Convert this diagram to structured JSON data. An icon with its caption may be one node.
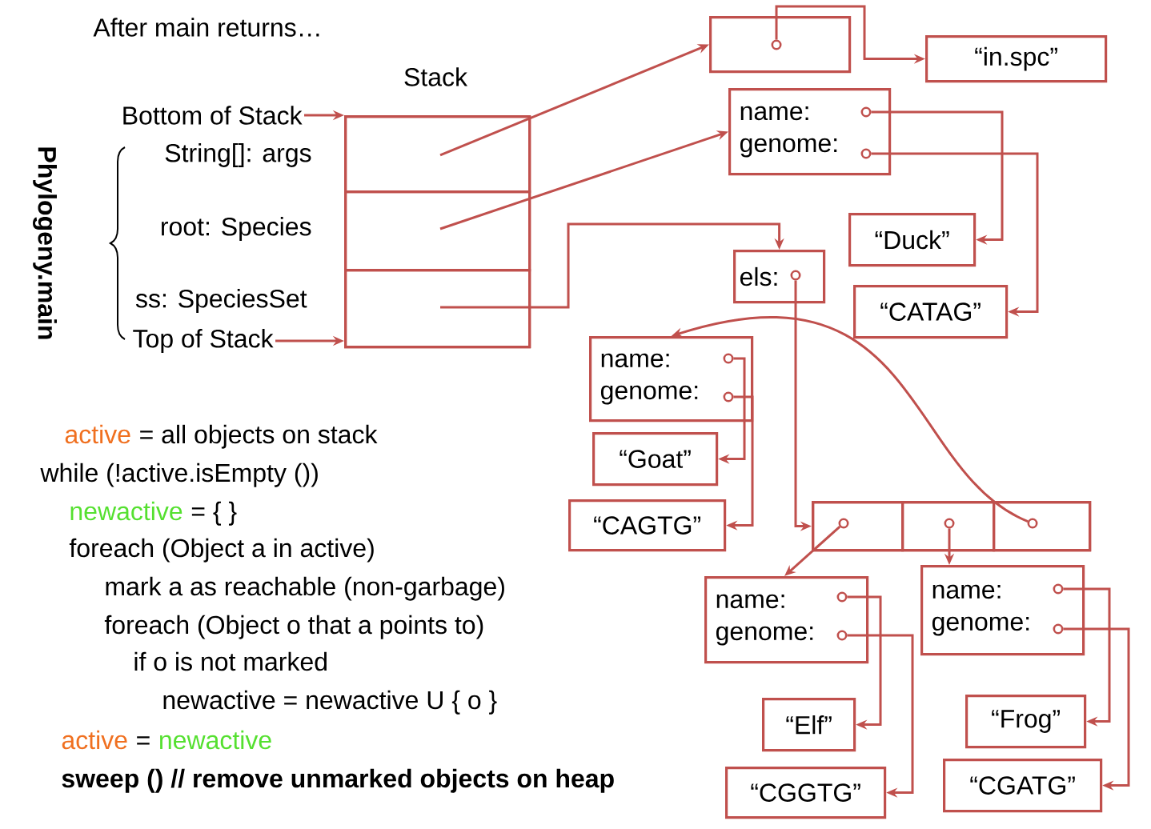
{
  "diagram": {
    "nodes": [
      {
        "text": [
          "Bottom of Stack"
        ]
      },
      {
        "text": [
          "Top of Stack"
        ]
      },
      {
        "text": [
          "Stack"
        ]
      },
      {
        "text": [],
        "shape": "box",
        "in": 2
      },
      {
        "text": [],
        "shape": "box",
        "in": 2
      },
      {
        "text": [],
        "shape": "box",
        "in": 2
      },
      {
        "text": [],
        "shape": "box"
      },
      {
        "text": [
          "“in.spc”"
        ]
      },
      {
        "text": [
          "name:",
          "genome:"
        ]
      },
      {
        "text": [
          "“Duck”"
        ]
      },
      {
        "text": [
          "“CATAG”"
        ]
      },
      {
        "text": [
          "els:"
        ]
      },
      {
        "text": [
          "name:",
          "genome:"
        ]
      },
      {
        "text": [
          "“Goat”"
        ]
      },
      {
        "text": [
          "“CAGTG”"
        ]
      },
      {
        "text": [],
        "shape": "box"
      },
      {
        "text": [],
        "shape": "box",
        "in": 15
      },
      {
        "text": [],
        "shape": "box",
        "in": 15
      },
      {
        "text": [],
        "shape": "box",
        "in": 15
      },
      {
        "text": [
          "name:",
          "genome:"
        ]
      },
      {
        "text": [
          "name:",
          "genome:"
        ]
      },
      {
        "text": [
          "“Elf”"
        ]
      },
      {
        "text": [
          "“CGGTG”"
        ]
      },
      {
        "text": [
          "“Frog”"
        ]
      },
      {
        "text": [
          "“CGATG”"
        ]
      }
    ],
    "edges": [
      {
        "from": 0,
        "to": 2,
        "arrow": "to"
      },
      {
        "from": 1,
        "to": 2,
        "arrow": "to"
      },
      {
        "from": 3,
        "to": 6,
        "arrow": "to"
      },
      {
        "from": 4,
        "to": 8,
        "arrow": "to"
      },
      {
        "from": 5,
        "to": 11,
        "arrow": "to"
      },
      {
        "from": 6,
        "to": 7,
        "arrow": "to"
      },
      {
        "from": 8,
        "to": 9,
        "arrow": "to"
      },
      {
        "from": 8,
        "to": 10,
        "arrow": "to"
      },
      {
        "from": 11,
        "to": 15,
        "arrow": "to"
      },
      {
        "from": 18,
        "to": 12,
        "arrow": "to"
      },
      {
        "from": 12,
        "to": 13,
        "arrow": "to"
      },
      {
        "from": 12,
        "to": 14,
        "arrow": "to"
      },
      {
        "from": 16,
        "to": 19,
        "arrow": "to"
      },
      {
        "from": 17,
        "to": 20,
        "arrow": "to"
      },
      {
        "from": 19,
        "to": 21,
        "arrow": "to"
      },
      {
        "from": 19,
        "to": 22,
        "arrow": "to"
      },
      {
        "from": 20,
        "to": 23,
        "arrow": "to"
      },
      {
        "from": 20,
        "to": 24,
        "arrow": "to"
      }
    ],
    "labels": [
      "After main returns…",
      "String[]: args",
      "root: Species",
      "ss: SpeciesSet",
      "Phylogeny.main",
      "active",
      "= all objects on stack",
      "while (!active.isEmpty ())",
      "newactive",
      "= { }",
      "foreach (Object a in active)",
      "mark a as reachable (non-garbage)",
      "foreach (Object o that a points to)",
      "if o is not marked",
      "newactive = newactive U { o }",
      "active",
      "=",
      "newactive",
      "sweep () // remove unmarked objects on heap"
    ]
  }
}
